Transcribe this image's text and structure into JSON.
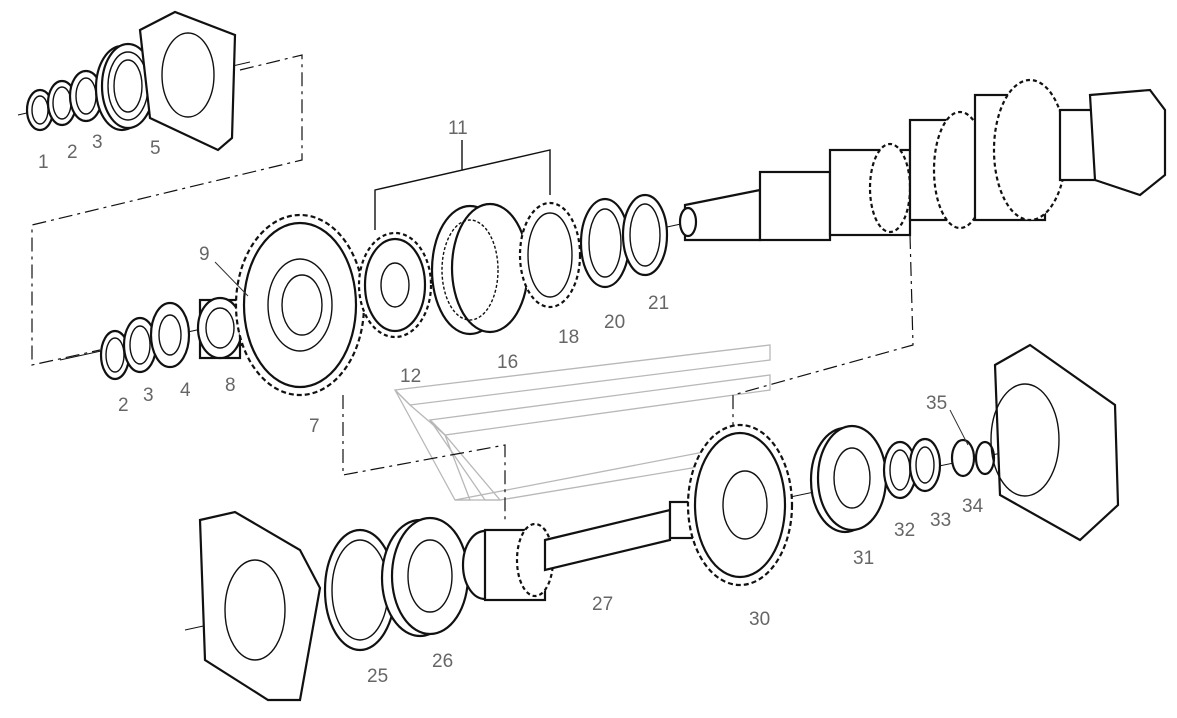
{
  "callouts": [
    {
      "id": "c1",
      "text": "1"
    },
    {
      "id": "c2a",
      "text": "2"
    },
    {
      "id": "c3a",
      "text": "3"
    },
    {
      "id": "c5",
      "text": "5"
    },
    {
      "id": "c11",
      "text": "11"
    },
    {
      "id": "c9",
      "text": "9"
    },
    {
      "id": "c2b",
      "text": "2"
    },
    {
      "id": "c3b",
      "text": "3"
    },
    {
      "id": "c4",
      "text": "4"
    },
    {
      "id": "c8",
      "text": "8"
    },
    {
      "id": "c7",
      "text": "7"
    },
    {
      "id": "c12",
      "text": "12"
    },
    {
      "id": "c16",
      "text": "16"
    },
    {
      "id": "c18",
      "text": "18"
    },
    {
      "id": "c20",
      "text": "20"
    },
    {
      "id": "c21",
      "text": "21"
    },
    {
      "id": "c35",
      "text": "35"
    },
    {
      "id": "c34",
      "text": "34"
    },
    {
      "id": "c33",
      "text": "33"
    },
    {
      "id": "c32",
      "text": "32"
    },
    {
      "id": "c31",
      "text": "31"
    },
    {
      "id": "c30",
      "text": "30"
    },
    {
      "id": "c27",
      "text": "27"
    },
    {
      "id": "c26",
      "text": "26"
    },
    {
      "id": "c25",
      "text": "25"
    }
  ]
}
